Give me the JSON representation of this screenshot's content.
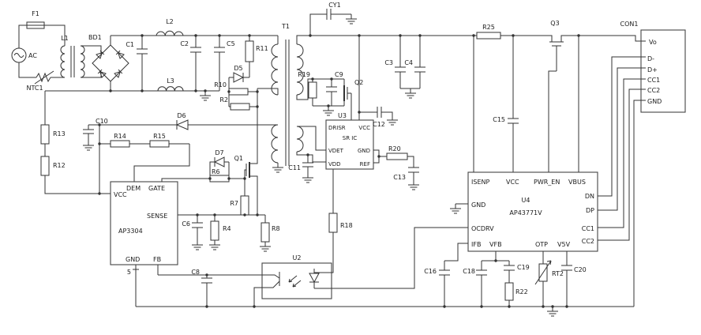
{
  "schematic": {
    "parts": {
      "f1": "F1",
      "ac": "AC",
      "ntc1": "NTC1",
      "l1": "L1",
      "bd1": "BD1",
      "c1": "C1",
      "l2": "L2",
      "c2": "C2",
      "c5": "C5",
      "r11": "R11",
      "l3": "L3",
      "d5": "D5",
      "r10": "R10",
      "r2": "R2",
      "c10": "C10",
      "r13": "R13",
      "r12": "R12",
      "r14": "R14",
      "r15": "R15",
      "d6": "D6",
      "d7": "D7",
      "r6": "R6",
      "q1": "Q1",
      "r7": "R7",
      "c6": "C6",
      "r4": "R4",
      "r8": "R8",
      "c8": "C8",
      "t1": "T1",
      "cy1": "CY1",
      "c11": "C11",
      "r19": "R19",
      "c9": "C9",
      "q2": "Q2",
      "c12": "C12",
      "r20": "R20",
      "c13": "C13",
      "r18": "R18",
      "c3": "C3",
      "c4": "C4",
      "r25": "R25",
      "q3": "Q3",
      "c15": "C15",
      "c16": "C16",
      "c18": "C18",
      "c19": "C19",
      "r22": "R22",
      "rt2": "RT2",
      "c20": "C20",
      "u2": "U2",
      "u3": "U3"
    },
    "u1": {
      "part": "AP3304",
      "vcc": "VCC",
      "dem": "DEM",
      "gate": "GATE",
      "sense": "SENSE",
      "gnd": "GND",
      "fb": "FB",
      "pin5": "5"
    },
    "u3": {
      "name": "SR IC",
      "drisr": "DRISR",
      "vcc": "VCC",
      "vdet": "VDET",
      "gnd": "GND",
      "vdd": "VDD",
      "ref": "REF"
    },
    "u4": {
      "ref": "U4",
      "part": "AP43771V",
      "isenp": "ISENP",
      "vcc": "VCC",
      "pwr_en": "PWR_EN",
      "vbus": "VBUS",
      "dn": "DN",
      "dp": "DP",
      "gnd": "GND",
      "ocdrv": "OCDRV",
      "ifb": "IFB",
      "vfb": "VFB",
      "otp": "OTP",
      "v5v": "V5V",
      "cc1": "CC1",
      "cc2": "CC2"
    },
    "con1": {
      "ref": "CON1",
      "vo": "Vo",
      "dm": "D-",
      "dp": "D+",
      "cc1": "CC1",
      "cc2": "CC2",
      "gnd": "GND"
    }
  }
}
